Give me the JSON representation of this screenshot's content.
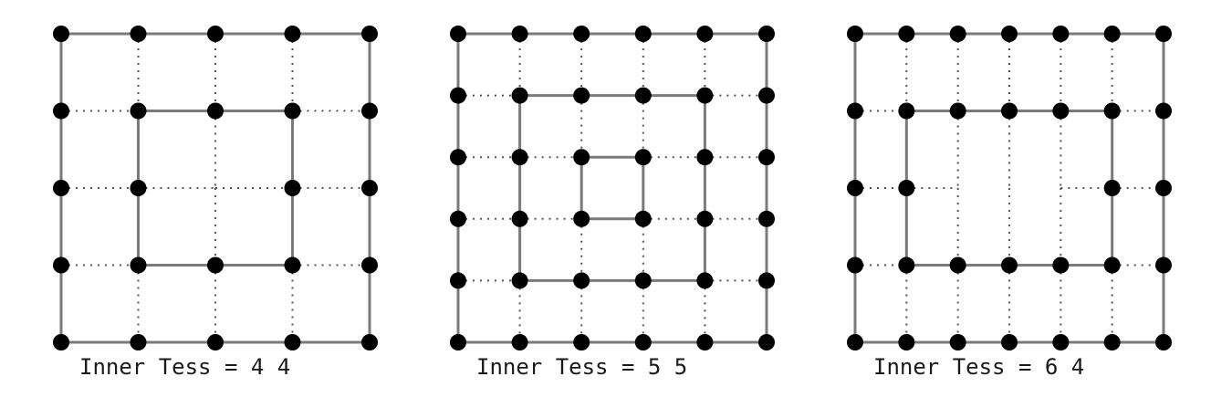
{
  "diagrams": [
    {
      "label": "Inner Tess = 4 4",
      "inner": [
        4,
        4
      ]
    },
    {
      "label": "Inner Tess = 5 5",
      "inner": [
        5,
        5
      ]
    },
    {
      "label": "Inner Tess = 6 4",
      "inner": [
        6,
        4
      ]
    }
  ],
  "colors": {
    "vertex": "#000000",
    "solid_edge": "#7a7a7a",
    "dotted_edge": "#555555",
    "text": "#1a1a1a"
  }
}
